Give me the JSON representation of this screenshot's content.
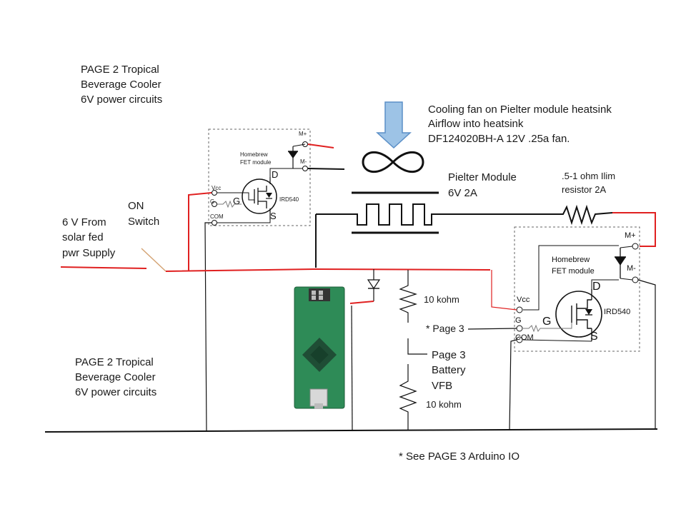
{
  "labels": {
    "page_title_top": [
      "PAGE 2  Tropical",
      "Beverage Cooler",
      "6V power circuits"
    ],
    "page_title_bottom": [
      "PAGE 2  Tropical",
      "Beverage Cooler",
      "6V power circuits"
    ],
    "fan_note": [
      "Cooling fan on Pielter module heatsink",
      "Airflow into heatsink",
      "DF124020BH-A 12V .25a fan."
    ],
    "pielter": [
      "Pielter Module",
      "6V 2A"
    ],
    "resistor_ilim": [
      ".5-1 ohm Ilim",
      "resistor 2A"
    ],
    "supply": [
      "6 V From",
      "solar fed",
      "pwr Supply"
    ],
    "switch": [
      "ON",
      "Switch"
    ],
    "r_top": "10 kohm",
    "r_bottom": "10 kohm",
    "page3_ref": "* Page 3",
    "battery_vfb": [
      "Page 3",
      "Battery",
      "VFB"
    ],
    "footnote": "* See PAGE 3 Arduino IO"
  },
  "fet_module_left": {
    "title": [
      "Homebrew",
      "FET module"
    ],
    "part": "IRD540",
    "pins": {
      "mplus": "M+",
      "mminus": "M-",
      "vcc": "Vcc",
      "g": "G",
      "com": "COM",
      "d": "D",
      "s": "S",
      "gate": "G"
    }
  },
  "fet_module_right": {
    "title": [
      "Homebrew",
      "FET module"
    ],
    "part": "IRD540",
    "pins": {
      "mplus": "M+",
      "mminus": "M-",
      "vcc": "Vcc",
      "g": "G",
      "com": "COM",
      "d": "D",
      "s": "S",
      "gate": "G"
    }
  },
  "colors": {
    "wire_black": "#111111",
    "wire_red": "#e02020",
    "arrow_fill": "#9dc3e6",
    "arrow_stroke": "#5b8fc7",
    "board_green": "#2e8b57"
  }
}
